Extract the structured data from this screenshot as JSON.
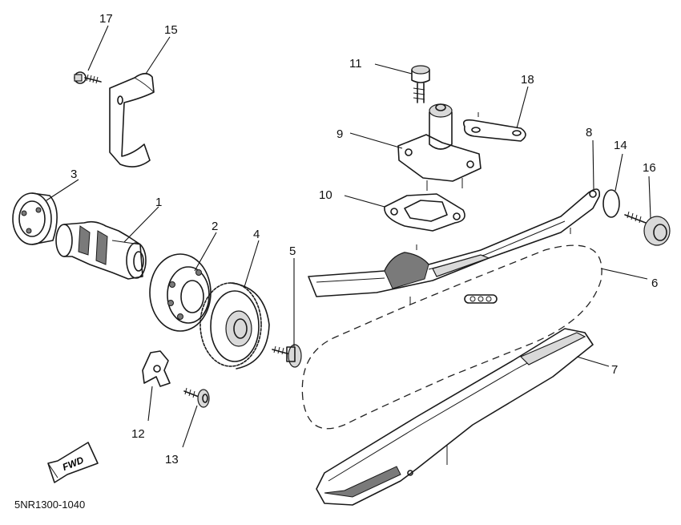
{
  "diagram": {
    "drawing_code": "5NR1300-1040",
    "fwd_label": "FWD",
    "callouts": {
      "p1": "1",
      "p2": "2",
      "p3": "3",
      "p4": "4",
      "p5": "5",
      "p6": "6",
      "p7": "7",
      "p8": "8",
      "p9": "9",
      "p10": "10",
      "p11": "11",
      "p12": "12",
      "p13": "13",
      "p14": "14",
      "p15": "15",
      "p16": "16",
      "p17": "17",
      "p18": "18"
    }
  }
}
